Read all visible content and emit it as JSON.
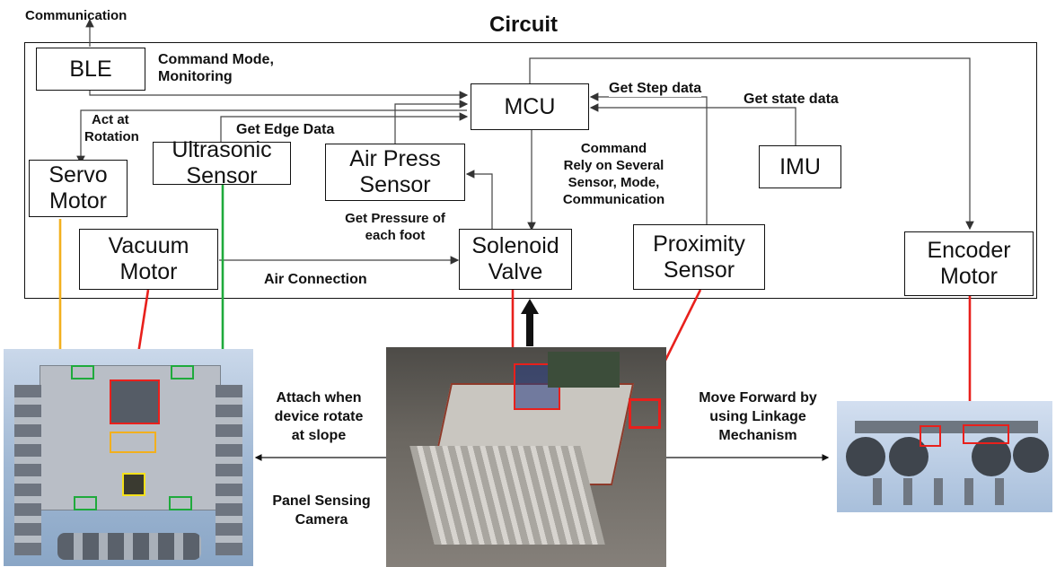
{
  "title": "Circuit",
  "top_label": "Communication",
  "blocks": {
    "ble": "BLE",
    "mcu": "MCU",
    "servo": [
      "Servo",
      "Motor"
    ],
    "ultrasonic": [
      "Ultrasonic",
      "Sensor"
    ],
    "air_press": [
      "Air Press",
      "Sensor"
    ],
    "imu": "IMU",
    "vacuum": [
      "Vacuum",
      "Motor"
    ],
    "solenoid": [
      "Solenoid",
      "Valve"
    ],
    "proximity": [
      "Proximity",
      "Sensor"
    ],
    "encoder": [
      "Encoder",
      "Motor"
    ]
  },
  "labels": {
    "command_mode": [
      "Command Mode,",
      "Monitoring"
    ],
    "act_rotation": [
      "Act at",
      "Rotation"
    ],
    "get_edge": "Get Edge Data",
    "get_step": "Get Step data",
    "get_state": "Get state data",
    "command_rely": [
      "Command",
      "Rely on Several",
      "Sensor, Mode,",
      "Communication"
    ],
    "get_pressure": [
      "Get Pressure of",
      "each foot"
    ],
    "air_connection": "Air Connection",
    "attach": [
      "Attach when",
      "device rotate",
      "at slope"
    ],
    "panel_camera": [
      "Panel Sensing",
      "Camera"
    ],
    "move_forward": [
      "Move Forward by",
      "using Linkage",
      "Mechanism"
    ]
  },
  "colors": {
    "red": "#e8201c",
    "green": "#1faa3c",
    "orange": "#f2b01e",
    "yellow": "#f5e11a",
    "line": "#444444"
  }
}
